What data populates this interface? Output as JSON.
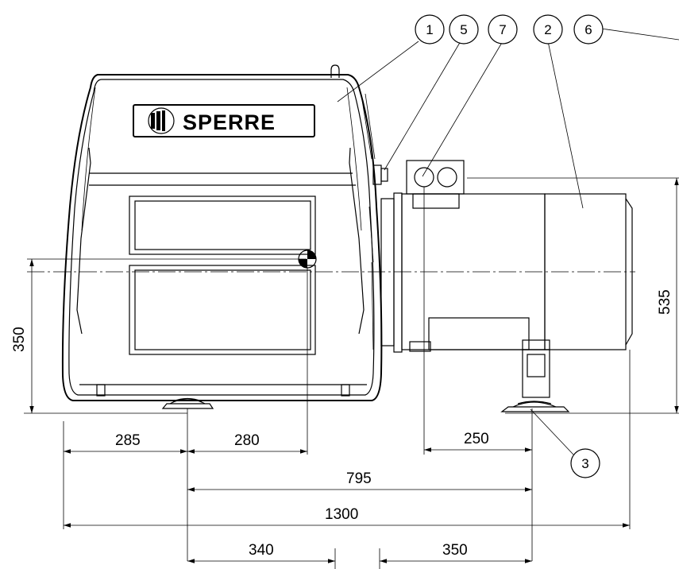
{
  "logo_text": "SPERRE",
  "dimensions": {
    "d285": "285",
    "d280": "280",
    "d250": "250",
    "d795": "795",
    "d1300": "1300",
    "d340": "340",
    "d350_bottom": "350",
    "d350_left": "350",
    "d535": "535"
  },
  "balloons": {
    "b1": "1",
    "b2": "2",
    "b3": "3",
    "b5": "5",
    "b6": "6",
    "b7": "7"
  }
}
